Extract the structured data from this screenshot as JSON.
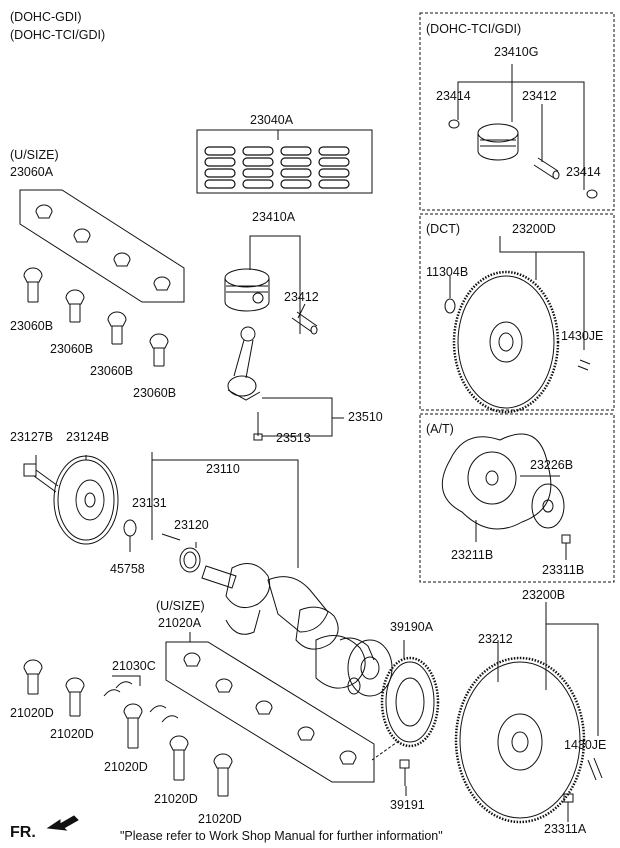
{
  "header": {
    "line1": "(DOHC-GDI)",
    "line2": "(DOHC-TCI/GDI)"
  },
  "boxes": {
    "tci_title": "(DOHC-TCI/GDI)",
    "dct_title": "(DCT)",
    "at_title": "(A/T)"
  },
  "labels": {
    "p23040A": "23040A",
    "p23410A": "23410A",
    "p23412_mid": "23412",
    "p23510": "23510",
    "p23513": "23513",
    "usize_top": "(U/SIZE)",
    "p23060A": "23060A",
    "p23060B_1": "23060B",
    "p23060B_2": "23060B",
    "p23060B_3": "23060B",
    "p23060B_4": "23060B",
    "p23410G": "23410G",
    "p23414_left": "23414",
    "p23412_right": "23412",
    "p23414_right": "23414",
    "p23200D": "23200D",
    "p11304B": "11304B",
    "p1430JE_top": "1430JE",
    "p23226B": "23226B",
    "p23211B": "23211B",
    "p23311B": "23311B",
    "p23127B": "23127B",
    "p23124B": "23124B",
    "p23110": "23110",
    "p23131": "23131",
    "p23120": "23120",
    "p45758": "45758",
    "usize_bottom": "(U/SIZE)",
    "p21020A": "21020A",
    "p21030C": "21030C",
    "p21020D_1": "21020D",
    "p21020D_2": "21020D",
    "p21020D_3": "21020D",
    "p21020D_4": "21020D",
    "p21020D_5": "21020D",
    "p39190A": "39190A",
    "p39191": "39191",
    "p23200B": "23200B",
    "p23212": "23212",
    "p1430JE_bottom": "1430JE",
    "p23311A": "23311A"
  },
  "footer": {
    "front_label": "FR.",
    "note": "\"Please refer to Work Shop Manual for further information\""
  }
}
